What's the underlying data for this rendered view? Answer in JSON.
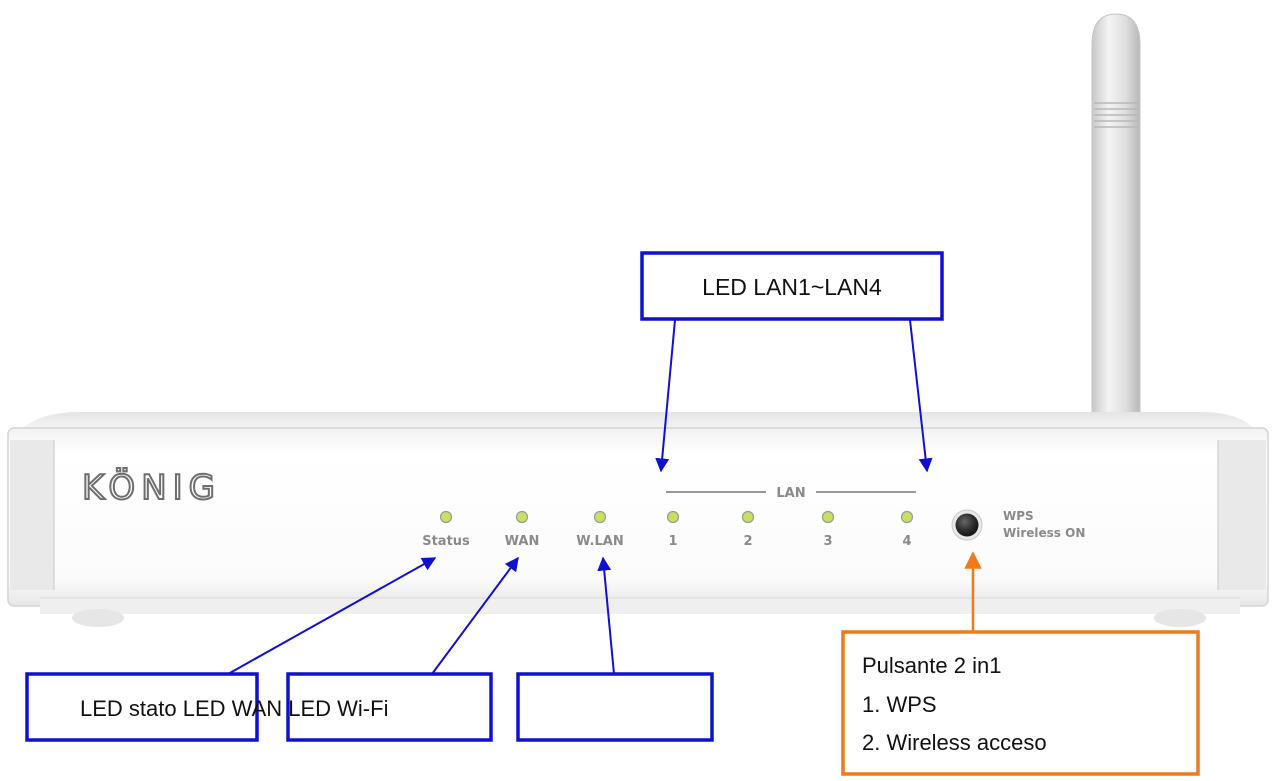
{
  "device": {
    "brand": "KÖNIG",
    "lan_group_label": "LAN",
    "leds": [
      {
        "label": "Status"
      },
      {
        "label": "WAN"
      },
      {
        "label": "W.LAN"
      },
      {
        "label": "1"
      },
      {
        "label": "2"
      },
      {
        "label": "3"
      },
      {
        "label": "4"
      }
    ],
    "button_label_1": "WPS",
    "button_label_2": "Wireless ON"
  },
  "callouts": {
    "lan_leds": "LED LAN1~LAN4",
    "bottom_row": "LED stato  LED WAN LED Wi-Fi",
    "button_title": "Pulsante 2 in1",
    "button_item_1": "1. WPS",
    "button_item_2": "2. Wireless acceso"
  },
  "colors": {
    "callout_blue": "#1010d0",
    "callout_orange": "#f07a18",
    "led_green": "#c8e060"
  }
}
